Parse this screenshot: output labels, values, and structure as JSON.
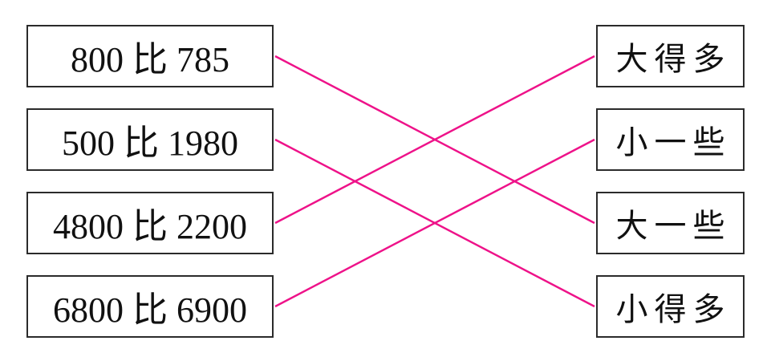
{
  "matching": {
    "left_items": [
      {
        "label": "800 比 785"
      },
      {
        "label": "500 比 1980"
      },
      {
        "label": "4800 比 2200"
      },
      {
        "label": "6800 比 6900"
      }
    ],
    "right_items": [
      {
        "label": "大得多"
      },
      {
        "label": "小一些"
      },
      {
        "label": "大一些"
      },
      {
        "label": "小得多"
      }
    ],
    "connections": [
      {
        "from": 0,
        "to": 2
      },
      {
        "from": 1,
        "to": 3
      },
      {
        "from": 2,
        "to": 0
      },
      {
        "from": 3,
        "to": 1
      }
    ],
    "line_color": "#ee1289",
    "line_width": 2.5,
    "border_color": "#2b2b2b"
  }
}
